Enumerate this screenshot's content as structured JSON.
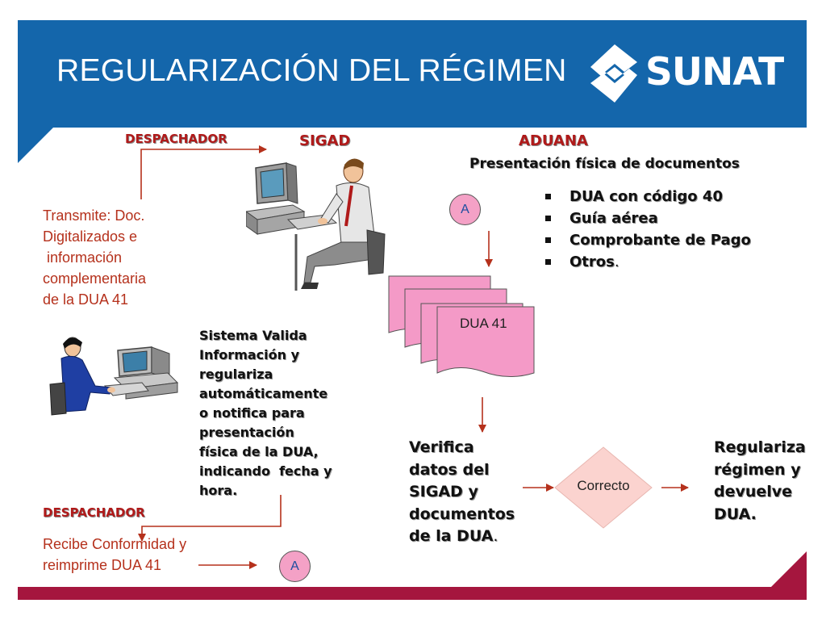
{
  "header": {
    "title": "REGULARIZACIÓN DEL RÉGIMEN",
    "logo_text": "SUNAT",
    "background_color": "#1466ab"
  },
  "labels": {
    "despachador_top": "DESPACHADOR",
    "sigad": "SIGAD",
    "aduana": "ADUANA",
    "despachador_bottom": "DESPACHADOR"
  },
  "transmite": {
    "lines": [
      "Transmite: Doc.",
      "Digitalizados e",
      " información",
      "complementaria",
      "de la DUA 41"
    ]
  },
  "aduana_panel": {
    "heading": "Presentación física de documentos",
    "items": [
      "DUA con código 40",
      "Guía aérea",
      "Comprobante de Pago",
      "Otros"
    ],
    "last_item_suffix": "."
  },
  "connector_a_top": "A",
  "connector_a_bottom": "A",
  "dua_document": "DUA 41",
  "sistema": {
    "lines": [
      "Sistema Valida",
      "Información y",
      "regulariza",
      "automáticamente",
      "o notifica para",
      "presentación",
      "física de la DUA,",
      "indicando  fecha y",
      "hora."
    ]
  },
  "recibe": {
    "lines": [
      "Recibe Conformidad y",
      "reimprime DUA 41"
    ]
  },
  "verifica": {
    "lines": [
      "Verifica",
      "datos del",
      "SIGAD y",
      "documentos",
      "de la DUA"
    ],
    "suffix": "."
  },
  "decision": "Correcto",
  "regulariza": {
    "lines": [
      "Regulariza",
      "régimen y",
      "devuelve",
      "DUA."
    ]
  },
  "colors": {
    "accent_red": "#a5163e",
    "arrow": "#b5311c",
    "pink": "#f49ac7"
  }
}
